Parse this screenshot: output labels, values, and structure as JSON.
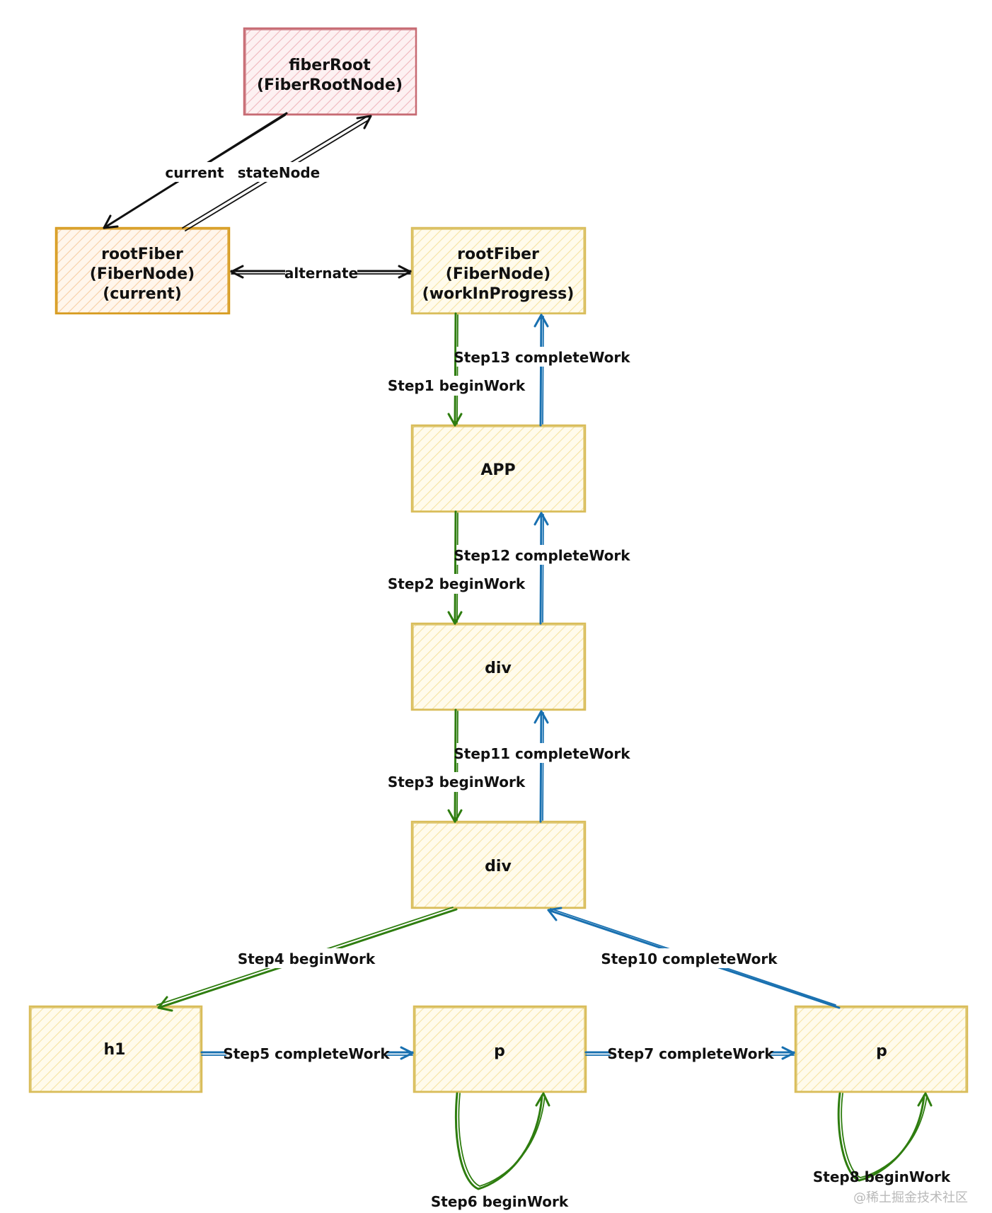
{
  "colors": {
    "red_stroke": "#c76b73",
    "red_fill": "#f6d6d8",
    "orange_stroke": "#d79b1e",
    "orange_fill": "#fbd9b4",
    "yellow_stroke": "#d9bd5a",
    "yellow_fill": "#fbeebe",
    "green": "#2e7d0f",
    "blue": "#1870b0",
    "black": "#111111"
  },
  "nodes": {
    "fiber_root": {
      "lines": [
        "fiberRoot",
        "(FiberRootNode)"
      ]
    },
    "root_fiber_current": {
      "lines": [
        "rootFiber",
        "(FiberNode)",
        "(current)"
      ]
    },
    "root_fiber_wip": {
      "lines": [
        "rootFiber",
        "(FiberNode)",
        "(workInProgress)"
      ]
    },
    "app": {
      "lines": [
        "APP"
      ]
    },
    "div1": {
      "lines": [
        "div"
      ]
    },
    "div2": {
      "lines": [
        "div"
      ]
    },
    "h1": {
      "lines": [
        "h1"
      ]
    },
    "p1": {
      "lines": [
        "p"
      ]
    },
    "p2": {
      "lines": [
        "p"
      ]
    }
  },
  "edges": {
    "current": "current",
    "state_node": "stateNode",
    "alternate": "alternate",
    "step1": "Step1 beginWork",
    "step13": "Step13 completeWork",
    "step2": "Step2 beginWork",
    "step12": "Step12 completeWork",
    "step3": "Step3 beginWork",
    "step11": "Step11 completeWork",
    "step4": "Step4 beginWork",
    "step10": "Step10 completeWork",
    "step5": "Step5 completeWork",
    "step7": "Step7 completeWork",
    "step6": "Step6 beginWork",
    "step8": "Step8 beginWork"
  },
  "watermark": "@稀土掘金技术社区"
}
